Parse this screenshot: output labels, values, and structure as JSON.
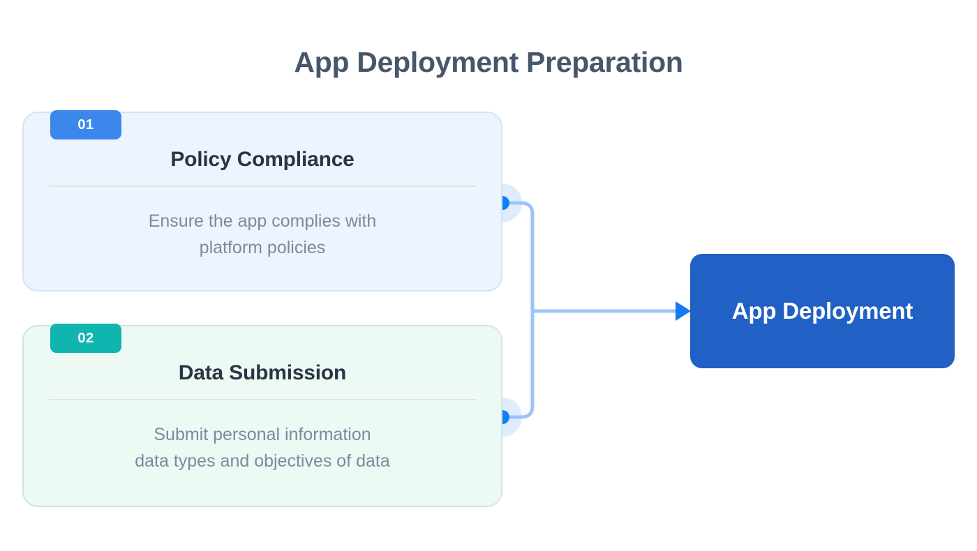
{
  "page": {
    "title": "App Deployment Preparation"
  },
  "colors": {
    "title": "#46566B",
    "card1_bg": "#EDF4FD",
    "card1_border": "#CFE5F8",
    "card2_bg": "#EDFAF4",
    "card2_border": "#CDE7DF",
    "badge1": "#3B87EB",
    "badge2": "#0FB5AE",
    "card_title": "#2A3444",
    "card_body": "#7B8A9E",
    "divider": "#DFE3E8",
    "connector_line": "#9CC3FA",
    "connector_dot": "#0E7FF4",
    "connector_halo": "#D6E8FB",
    "arrow": "#1877F2",
    "node_bg": "#2160C4",
    "node_text": "#FFFFFF"
  },
  "steps": [
    {
      "number": "01",
      "title": "Policy Compliance",
      "body_lines": [
        "Ensure the app complies with",
        "platform policies"
      ]
    },
    {
      "number": "02",
      "title": "Data Submission",
      "body_lines": [
        "Submit personal information",
        "data types and objectives of data"
      ]
    }
  ],
  "destination": {
    "label": "App Deployment"
  }
}
